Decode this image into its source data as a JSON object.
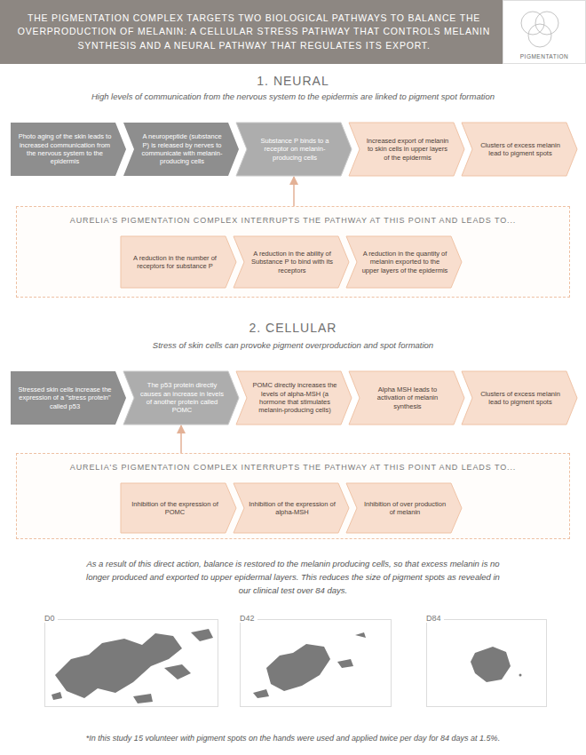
{
  "diagram": {
    "title": "THE PIGMENTATION COMPLEX TARGETS TWO BIOLOGICAL PATHWAYS TO BALANCE THE OVERPRODUCTION OF MELANIN: A CELLULAR STRESS PATHWAY THAT CONTROLS MELANIN SYNTHESIS AND A NEURAL PATHWAY THAT REGULATES ITS EXPORT.",
    "nodes": [
      {
        "text": [
          "Photo aging of the skin leads to increased communication from the nervous system to the epidermis"
        ]
      },
      {
        "text": [
          "A neuropeptide (substance P) is released by nerves to communicate with melanin-producing cells"
        ]
      },
      {
        "text": [
          "Substance P binds to a receptor on melanin-producing cells"
        ]
      },
      {
        "text": [
          "Increased export of melanin to skin cells in upper layers of the epidermis"
        ]
      },
      {
        "text": [
          "Clusters of excess melanin lead to pigment spots"
        ]
      },
      {
        "text": [
          "AURELIA'S PIGMENTATION COMPLEX INTERRUPTS THE PATHWAY AT THIS POINT AND LEADS TO..."
        ]
      },
      {
        "text": [
          "A reduction in the number of receptors for substance P"
        ],
        "in": 5
      },
      {
        "text": [
          "A reduction in the ability of Substance P to bind with its receptors"
        ],
        "in": 5
      },
      {
        "text": [
          "A reduction in the quantity of melanin exported to the upper layers of the epidermis"
        ],
        "in": 5
      },
      {
        "text": [
          "Stressed skin cells increase the expression of a \"stress protein\" called p53"
        ]
      },
      {
        "text": [
          "The p53 protein directly causes an increase in levels of another protein called POMC"
        ]
      },
      {
        "text": [
          "POMC directly increases the levels of alpha-MSH (a hormone that stimulates melanin-producing cells)"
        ]
      },
      {
        "text": [
          "Alpha MSH leads to activation of melanin synthesis"
        ]
      },
      {
        "text": [
          "Clusters of excess melanin lead to pigment spots"
        ]
      },
      {
        "text": [
          "AURELIA'S PIGMENTATION COMPLEX INTERRUPTS THE PATHWAY AT THIS POINT AND LEADS TO..."
        ]
      },
      {
        "text": [
          "Inhibition of the expression of POMC"
        ],
        "in": 14
      },
      {
        "text": [
          "Inhibition of the expression of alpha-MSH"
        ],
        "in": 14
      },
      {
        "text": [
          "Inhibition of over production of melanin"
        ],
        "in": 14
      }
    ],
    "edges": [
      {
        "from": 5,
        "to": 2,
        "arrow": "to"
      },
      {
        "from": 14,
        "to": 10,
        "arrow": "to"
      }
    ],
    "labels": [
      "PIGMENTATION",
      "1. NEURAL",
      "High levels of communication from the nervous system to the epidermis are linked to pigment spot formation",
      "2. CELLULAR",
      "Stress of skin cells can provoke pigment overproduction and spot formation",
      "As a result of this direct action, balance is restored to the melanin producing cells, so that excess melanin is no longer produced and exported to upper epidermal layers. This reduces the size of pigment spots as revealed in our clinical test over 84 days.",
      "D0",
      "D42",
      "D84",
      "*In this study 15 volunteer with pigment spots on the hands were used and applied twice per day for 84 days at 1.5%."
    ]
  }
}
